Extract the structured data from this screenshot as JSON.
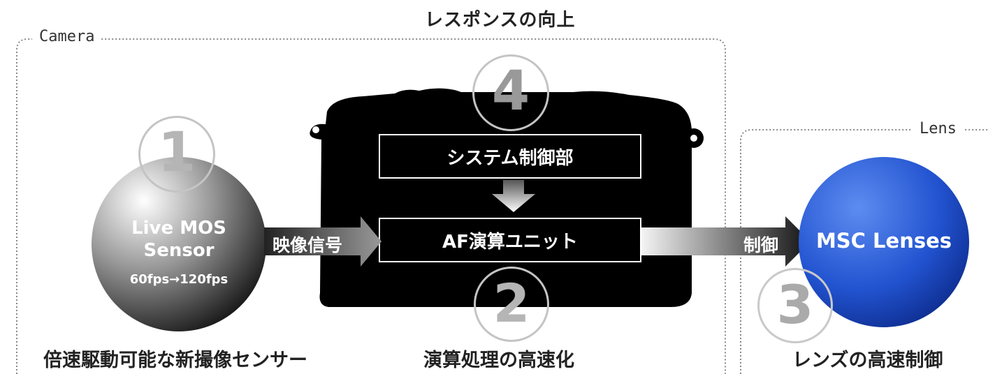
{
  "title": "レスポンスの向上",
  "camera_label": "Camera",
  "lens_label": "Lens",
  "sensor": {
    "line1": "Live MOS",
    "line2": "Sensor",
    "fps": "60fps→120fps"
  },
  "system_box": "システム制御部",
  "af_box": "AF演算ユニット",
  "signal_arrow": "映像信号",
  "control_arrow": "制御",
  "lenses_label": "MSC Lenses",
  "numbers": {
    "n1": "1",
    "n2": "2",
    "n3": "3",
    "n4": "4"
  },
  "captions": {
    "sensor": "倍速駆動可能な新撮像センサー",
    "processing": "演算処理の高速化",
    "lens": "レンズの高速制御"
  },
  "colors": {
    "sphere_gray": "#888888",
    "lens_blue": "#2255cc",
    "camera_body": "#000000"
  }
}
